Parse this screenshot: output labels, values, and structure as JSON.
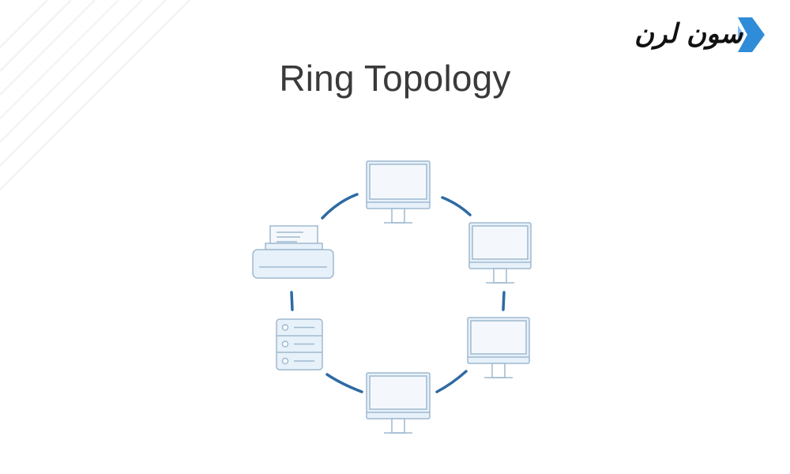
{
  "title": "Ring Topology",
  "brand": {
    "text": "سون لرن",
    "icon": "flag-chevron-logo-icon",
    "color": "#2f8cd8"
  },
  "colors": {
    "ring": "#2f6aa3",
    "device_stroke": "#9fb9cf",
    "device_fill": "#e7f1fa",
    "device_panel": "#f4f8fc",
    "stripes": "#eef2f6"
  },
  "nodes": [
    {
      "id": "computer-top",
      "type": "monitor",
      "icon": "monitor-icon"
    },
    {
      "id": "computer-upper-right",
      "type": "monitor",
      "icon": "monitor-icon"
    },
    {
      "id": "computer-lower-right",
      "type": "monitor",
      "icon": "monitor-icon"
    },
    {
      "id": "computer-bottom",
      "type": "monitor",
      "icon": "monitor-icon"
    },
    {
      "id": "server",
      "type": "server",
      "icon": "server-rack-icon"
    },
    {
      "id": "printer",
      "type": "printer",
      "icon": "printer-icon"
    }
  ]
}
